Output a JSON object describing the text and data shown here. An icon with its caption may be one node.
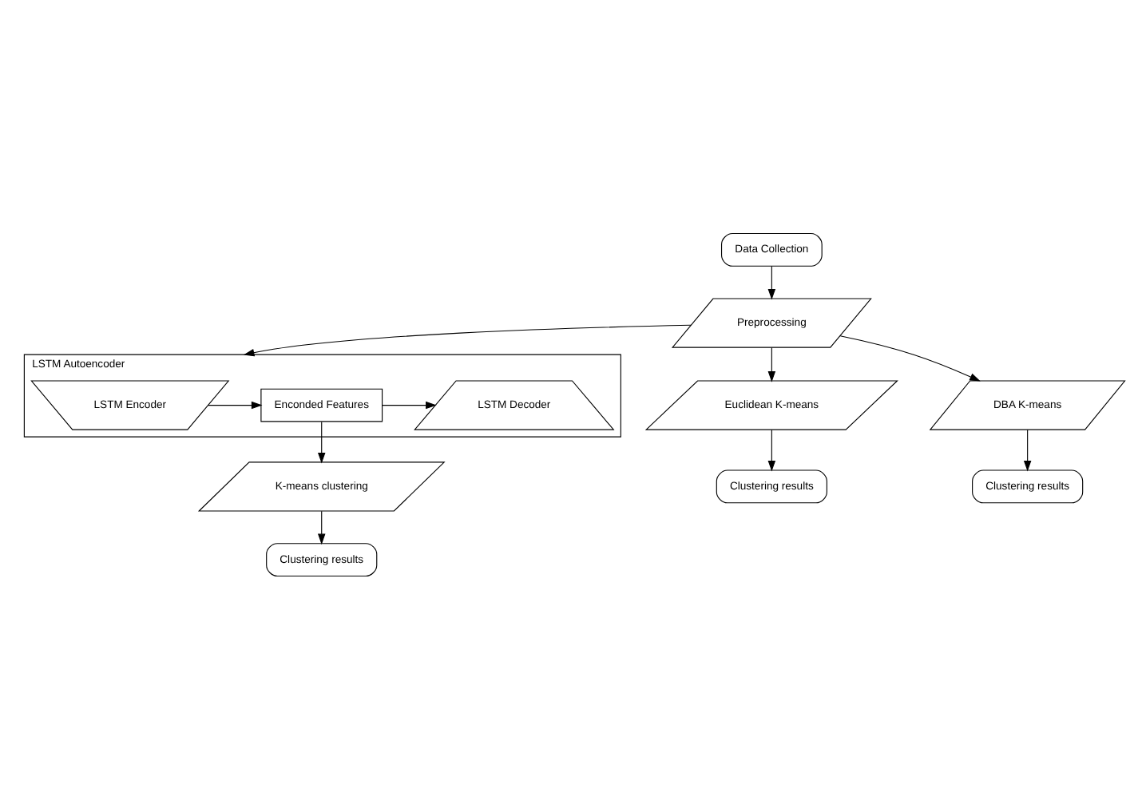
{
  "diagram": {
    "nodes": [
      {
        "text": [
          "Data Collection"
        ]
      },
      {
        "text": [
          "Preprocessing"
        ]
      },
      {
        "text": [
          "LSTM Autoencoder"
        ]
      },
      {
        "text": [
          "LSTM Encoder"
        ],
        "in": 2
      },
      {
        "text": [
          "Enconded Features"
        ],
        "in": 2
      },
      {
        "text": [
          "LSTM Decoder"
        ],
        "in": 2
      },
      {
        "text": [
          "Euclidean K-means"
        ]
      },
      {
        "text": [
          "DBA K-means"
        ]
      },
      {
        "text": [
          "K-means clustering"
        ]
      },
      {
        "text": [
          "Clustering results"
        ]
      },
      {
        "text": [
          "Clustering results"
        ]
      },
      {
        "text": [
          "Clustering results"
        ]
      }
    ],
    "edges": [
      {
        "from": 0,
        "to": 1,
        "arrow": "to"
      },
      {
        "from": 1,
        "to": 2,
        "arrow": "to"
      },
      {
        "from": 1,
        "to": 6,
        "arrow": "to"
      },
      {
        "from": 1,
        "to": 7,
        "arrow": "to"
      },
      {
        "from": 3,
        "to": 4,
        "arrow": "to"
      },
      {
        "from": 4,
        "to": 5,
        "arrow": "to"
      },
      {
        "from": 4,
        "to": 8,
        "arrow": "to"
      },
      {
        "from": 8,
        "to": 9,
        "arrow": "to"
      },
      {
        "from": 6,
        "to": 10,
        "arrow": "to"
      },
      {
        "from": 7,
        "to": 11,
        "arrow": "to"
      }
    ]
  }
}
